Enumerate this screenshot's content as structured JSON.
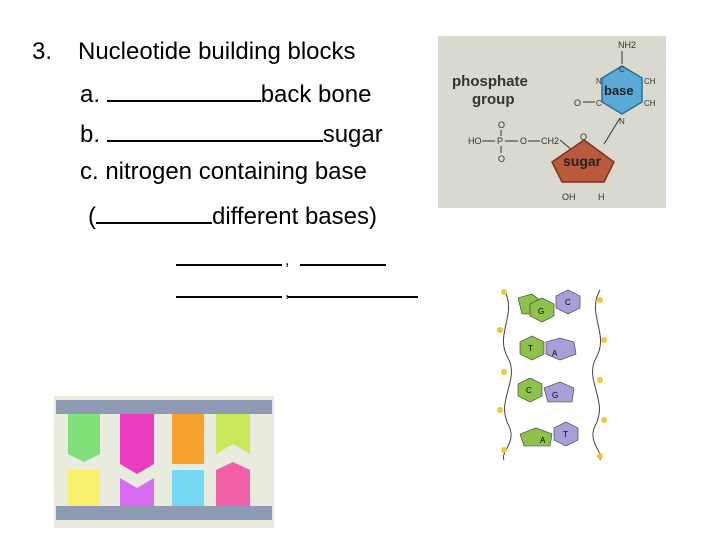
{
  "heading": {
    "number": "3.",
    "title": "Nucleotide building blocks"
  },
  "items": [
    {
      "prefix": "a. ",
      "suffix": "back bone"
    },
    {
      "prefix": "b. ",
      "suffix": "sugar"
    },
    {
      "prefix": "c. nitrogen containing base",
      "suffix": ""
    },
    {
      "prefix": "(",
      "suffix": "different bases)"
    }
  ],
  "commas": [
    ",",
    ","
  ],
  "nucleotide_diagram": {
    "phosphate_label_1": "phosphate",
    "phosphate_label_2": "group",
    "base_label": "base",
    "sugar_label": "sugar",
    "nh2": "NH2",
    "ch_top": "CH",
    "ch_bottom": "CH",
    "n_left": "N",
    "n_right": "N",
    "c_top": "C",
    "c_left": "C",
    "o_left": "O",
    "o_top_phosphate": "O",
    "o_bottom_phosphate": "O",
    "ho": "HO",
    "p": "P",
    "o_link": "O",
    "ch2": "CH2",
    "o_ring": "O",
    "oh": "OH",
    "h": "H",
    "background": "#d9d9cf",
    "base_color": "#5aa9d6",
    "sugar_color": "#b95a3c"
  },
  "dna_diagram": {
    "pairs": [
      {
        "left": "G",
        "right": "C"
      },
      {
        "left": "T",
        "right": "A"
      },
      {
        "left": "C",
        "right": "G"
      },
      {
        "left": "A",
        "right": "T"
      }
    ],
    "colors": {
      "green": "#8fc24a",
      "purple": "#a99fd8",
      "phosphate": "#f2c53d"
    }
  },
  "block_diagram": {
    "top_colors": [
      "#7fe07a",
      "#e93cbf",
      "#f5a12d",
      "#c9e85a"
    ],
    "bottom_colors": [
      "#f7f06a",
      "#d86cf0",
      "#76d8f2",
      "#f05fa8"
    ],
    "bar_color": "#8f9bb5",
    "background": "#e8ebde"
  }
}
